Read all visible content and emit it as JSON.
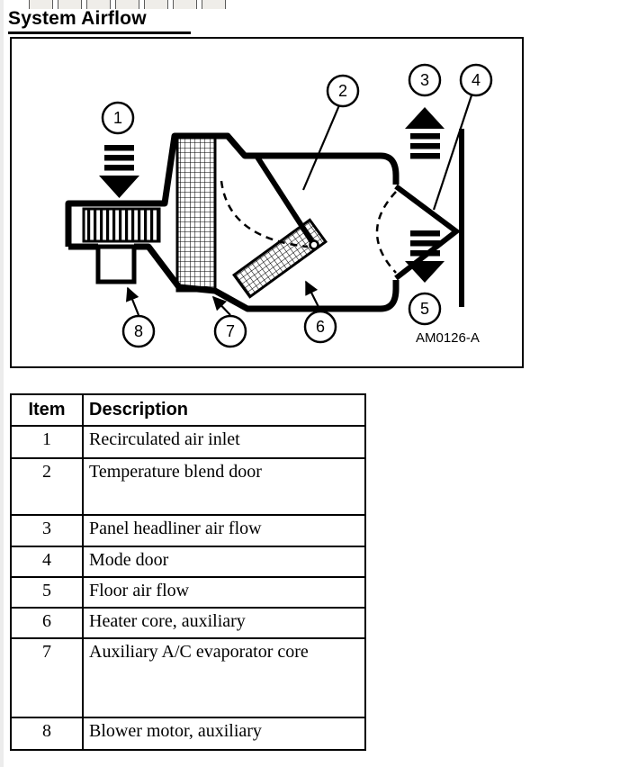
{
  "page": {
    "title": "System Airflow"
  },
  "diagram": {
    "figure_label": "AM0126-A",
    "callouts": [
      "1",
      "2",
      "3",
      "4",
      "5",
      "6",
      "7",
      "8"
    ]
  },
  "legend_table": {
    "headers": {
      "item": "Item",
      "description": "Description"
    },
    "rows": [
      {
        "item": "1",
        "description": "Recirculated air inlet"
      },
      {
        "item": "2",
        "description": "Temperature blend door"
      },
      {
        "item": "3",
        "description": "Panel headliner air flow"
      },
      {
        "item": "4",
        "description": "Mode door"
      },
      {
        "item": "5",
        "description": "Floor air flow"
      },
      {
        "item": "6",
        "description": "Heater core, auxiliary"
      },
      {
        "item": "7",
        "description": "Auxiliary A/C evaporator core"
      },
      {
        "item": "8",
        "description": "Blower motor, auxiliary"
      }
    ]
  }
}
